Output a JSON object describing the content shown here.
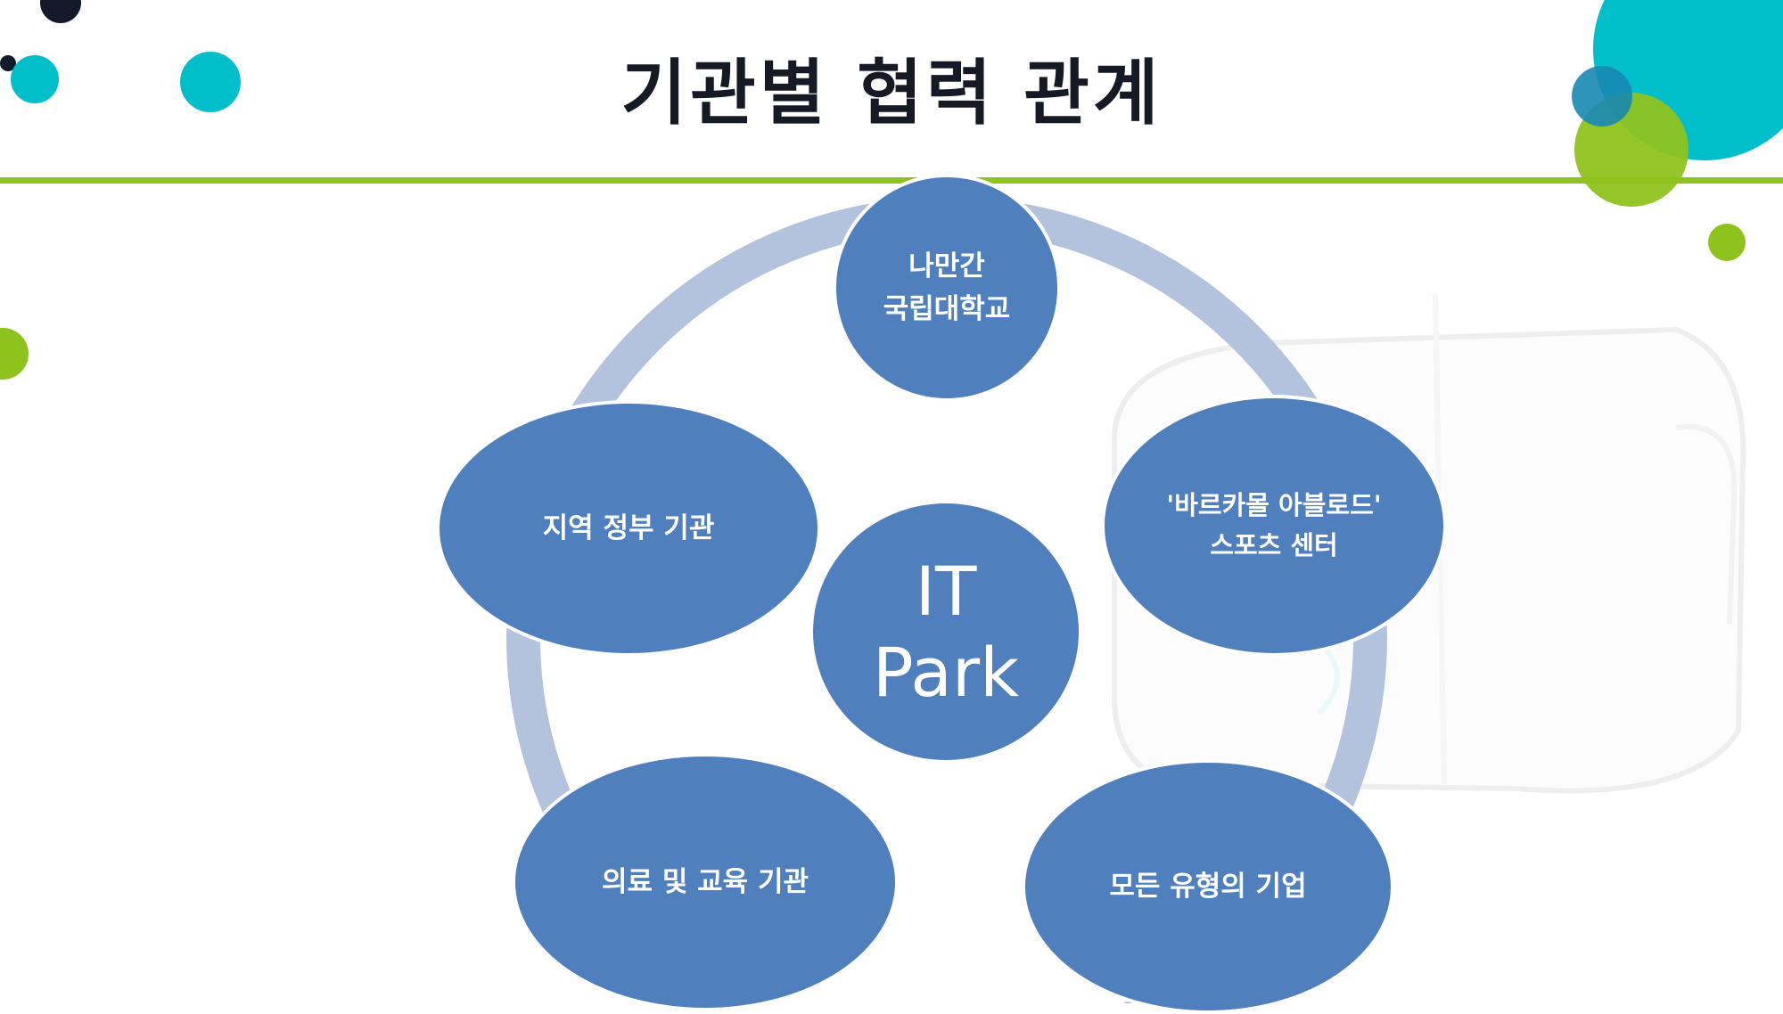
{
  "slide": {
    "title": "기관별 협력 관계"
  },
  "colors": {
    "node": "#4f7fbc",
    "ring": "#b3c3de",
    "rule": "#8ec31e",
    "teal": "#00bfcb",
    "green": "#8ec31e",
    "navy": "#121a2b"
  },
  "diagram": {
    "center": "IT\nPark",
    "nodes": [
      {
        "id": "top",
        "label": "나만간\n국립대학교"
      },
      {
        "id": "right",
        "label": "'바르카몰 아블로드'\n스포츠 센터"
      },
      {
        "id": "bottom-right",
        "label": "모든 유형의 기업"
      },
      {
        "id": "bottom-left",
        "label": "의료 및 교육 기관"
      },
      {
        "id": "left",
        "label": "지역 정부 기관"
      }
    ]
  }
}
